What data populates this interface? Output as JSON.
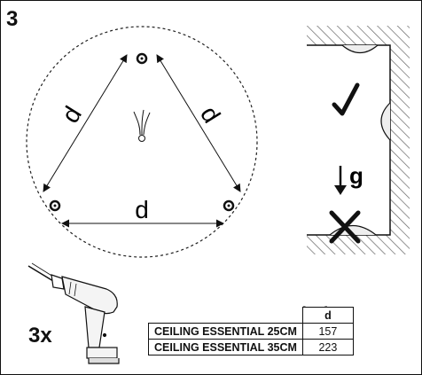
{
  "step_number": "3",
  "drill_quantity": "3x",
  "unit_label": "[mm]",
  "distance_label": "d",
  "gravity_label": "g",
  "table": {
    "header": "d",
    "rows": [
      {
        "name": "CEILING ESSENTIAL 25CM",
        "value": "157"
      },
      {
        "name": "CEILING ESSENTIAL 35CM",
        "value": "223"
      }
    ]
  },
  "icons": [
    "checkmark-icon",
    "cross-icon",
    "down-arrow-icon",
    "drill-icon",
    "wire-icon"
  ]
}
